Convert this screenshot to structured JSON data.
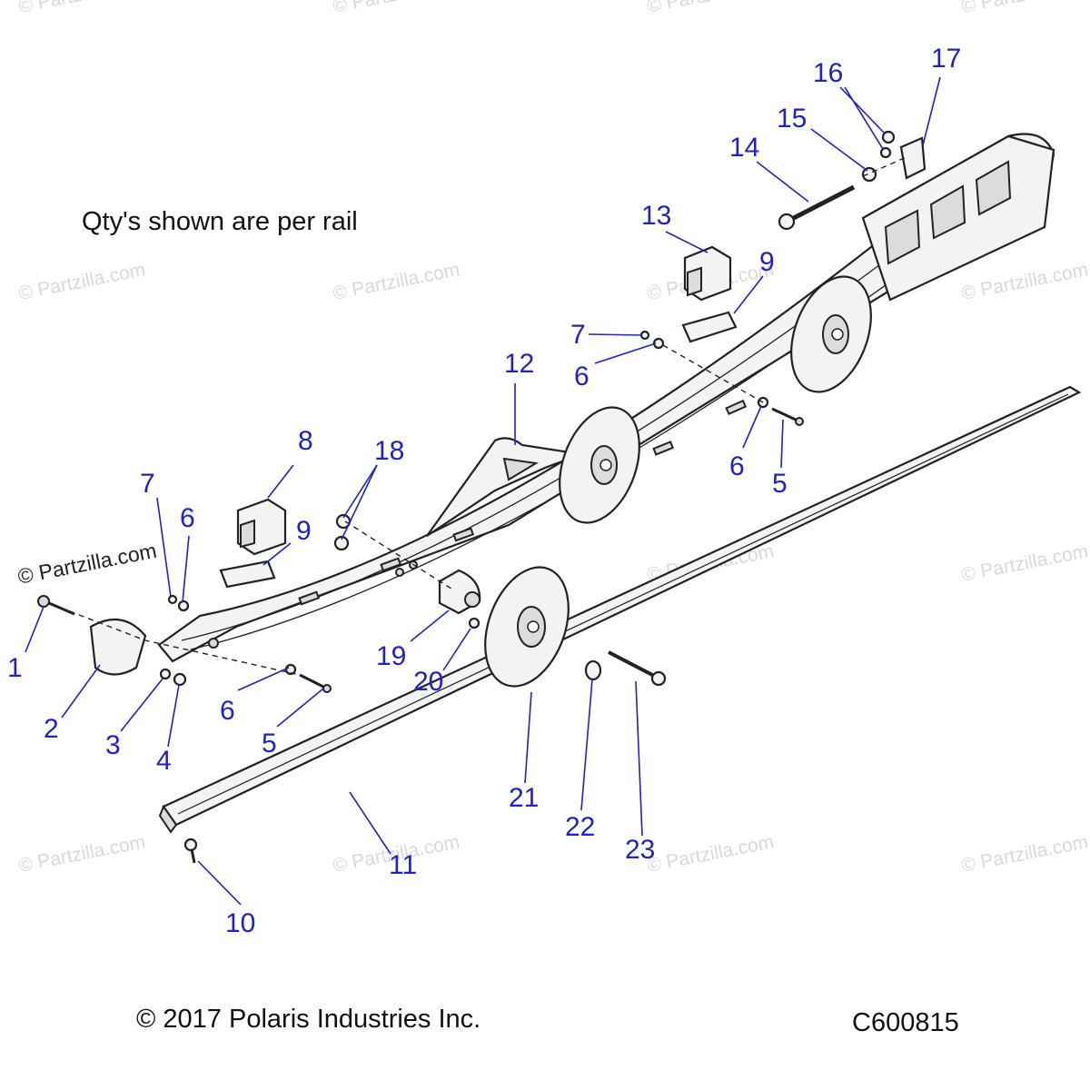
{
  "note": "Qty's shown are per rail",
  "copyright": "© 2017 Polaris Industries Inc.",
  "diagram_code": "C600815",
  "watermark_main": "© Partzilla.com",
  "watermark_faint": "© Partzilla.com",
  "callouts": [
    {
      "label": "1"
    },
    {
      "label": "2"
    },
    {
      "label": "3"
    },
    {
      "label": "4"
    },
    {
      "label": "5"
    },
    {
      "label": "5"
    },
    {
      "label": "6"
    },
    {
      "label": "6"
    },
    {
      "label": "6"
    },
    {
      "label": "6"
    },
    {
      "label": "7"
    },
    {
      "label": "7"
    },
    {
      "label": "8"
    },
    {
      "label": "9"
    },
    {
      "label": "9"
    },
    {
      "label": "10"
    },
    {
      "label": "11"
    },
    {
      "label": "12"
    },
    {
      "label": "13"
    },
    {
      "label": "14"
    },
    {
      "label": "15"
    },
    {
      "label": "16"
    },
    {
      "label": "17"
    },
    {
      "label": "18"
    },
    {
      "label": "19"
    },
    {
      "label": "20"
    },
    {
      "label": "21"
    },
    {
      "label": "22"
    },
    {
      "label": "23"
    }
  ],
  "colors": {
    "callout": "#1e22c8",
    "line": "#222222",
    "part_fill": "#f3f3f3"
  }
}
